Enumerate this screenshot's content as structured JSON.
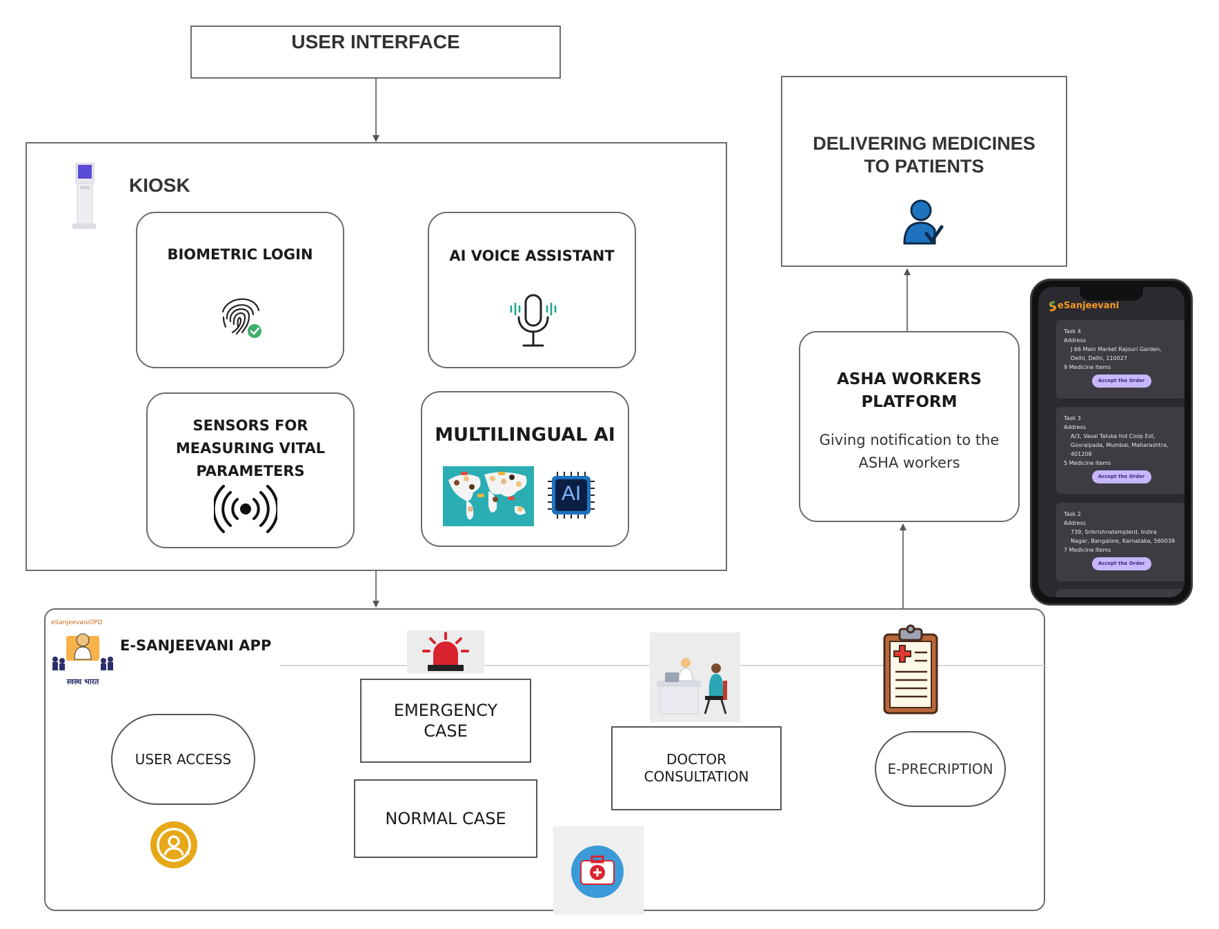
{
  "user_interface": {
    "title": "USER INTERFACE"
  },
  "kiosk": {
    "title": "KIOSK",
    "biometric": {
      "title": "BIOMETRIC LOGIN"
    },
    "voice": {
      "title": "AI VOICE ASSISTANT"
    },
    "sensors": {
      "line1": "SENSORS FOR",
      "line2": "MEASURING VITAL",
      "line3": "PARAMETERS"
    },
    "multilingual": {
      "title": "MULTILINGUAL AI",
      "chip_label": "AI"
    }
  },
  "delivering": {
    "line1": "DELIVERING MEDICINES",
    "line2": "TO PATIENTS"
  },
  "asha": {
    "title_line1": "ASHA WORKERS",
    "title_line2": "PLATFORM",
    "desc_line1": "Giving notification to the",
    "desc_line2": "ASHA workers"
  },
  "phone": {
    "brand": "eSanjeevani",
    "tasks": [
      {
        "task": "Task 4",
        "address_label": "Address",
        "address_lines": [
          "J 66 Main Market Rajouri Garden,",
          "Delhi, Delhi, 110027"
        ],
        "items": "9 Medicine Items",
        "button": "Accept the Order"
      },
      {
        "task": "Task 3",
        "address_label": "Address",
        "address_lines": [
          "A/3, Vasai Taluka Ind Coop Est,",
          "Govraipada, Mumbai, Maharashtra,",
          "401208"
        ],
        "items": "5 Medicine Items",
        "button": "Accept the Order"
      },
      {
        "task": "Task 2",
        "address_label": "Address",
        "address_lines": [
          "739, Srikrishnatemplerd, Indira",
          "Nagar, Bangalore, Karnataka, 560038"
        ],
        "items": "7 Medicine Items",
        "button": "Accept the Order"
      }
    ]
  },
  "app": {
    "title": "E-SANJEEVANI APP",
    "logo_text": "eSanjeevaniOPD",
    "logo_caption": "स्वस्थ भारत",
    "user_access": "USER ACCESS",
    "emergency_line1": "EMERGENCY",
    "emergency_line2": "CASE",
    "normal": "NORMAL CASE",
    "doctor_line1": "DOCTOR",
    "doctor_line2": "CONSULTATION",
    "eprescription": "E-PRECRIPTION"
  },
  "colors": {
    "border": "#6b6b6b",
    "blue": "#1e73be",
    "gold": "#e6a817",
    "red": "#d9232e",
    "phone_bg": "#2b2a30",
    "accept": "#c8b6ff"
  }
}
